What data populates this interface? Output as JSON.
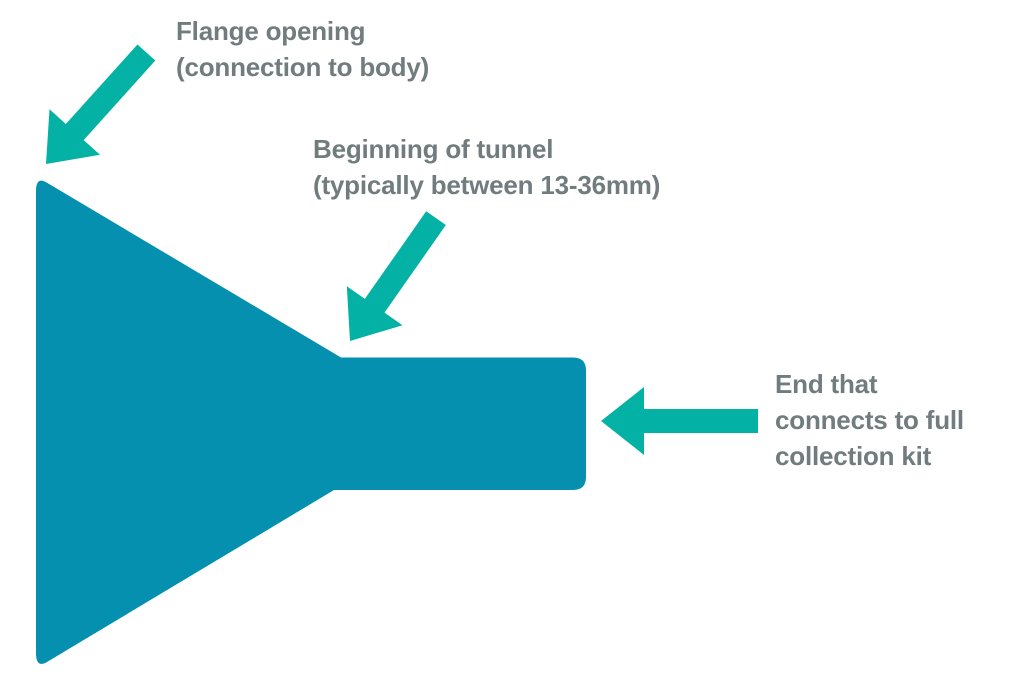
{
  "diagram": {
    "labels": {
      "flange_opening": "Flange opening\n(connection to body)",
      "tunnel_start": "Beginning of tunnel\n(typically between 13-36mm)",
      "collection_end": "End that\nconnects to full\ncollection kit"
    },
    "colors": {
      "flange": "#0590af",
      "arrow": "#03b1a5",
      "label_text": "#717c7f",
      "background": "#ffffff"
    },
    "icons": {
      "flange_opening_pointer": "arrow-down-left-icon",
      "tunnel_start_pointer": "arrow-down-left-icon",
      "collection_end_pointer": "arrow-left-icon"
    }
  }
}
